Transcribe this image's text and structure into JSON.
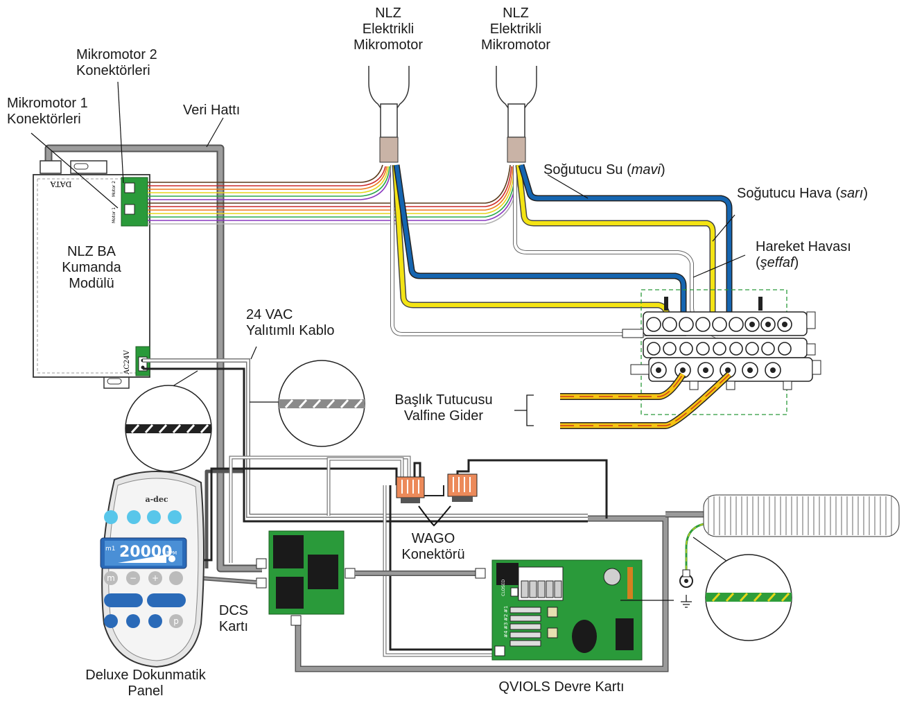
{
  "labels": {
    "motor1": [
      "NLZ",
      "Elektrikli",
      "Mikromotor"
    ],
    "motor2": [
      "NLZ",
      "Elektrikli",
      "Mikromotor"
    ],
    "mk2_connectors": [
      "Mikromotor 2",
      "Konektörleri"
    ],
    "mk1_connectors": [
      "Mikromotor 1",
      "Konektörleri"
    ],
    "data_line": "Veri Hattı",
    "coolant_water": {
      "text": "Soğutucu Su (",
      "italic": "mavi",
      "end": ")"
    },
    "coolant_air": {
      "text": "Soğutucu Hava (",
      "italic": "sarı",
      "end": ")"
    },
    "motion_air": {
      "line1": "Hareket Havası",
      "open": "(",
      "italic": "şeffaf",
      "end": ")"
    },
    "control_module": [
      "NLZ BA",
      "Kumanda",
      "Modülü"
    ],
    "cable_24v": [
      "24 VAC",
      "Yalıtımlı Kablo"
    ],
    "head_holder": [
      "Başlık Tutucusu",
      "Valfine Gider"
    ],
    "wago": [
      "WAGO",
      "Konektörü"
    ],
    "dcs": [
      "DCS",
      "Kartı"
    ],
    "panel": [
      "Deluxe Dokunmatik",
      "Panel"
    ],
    "qviols": "QVIOLS Devre Kartı"
  },
  "module_text": {
    "data": "DATA",
    "ac24v": "AC24V",
    "motor2": "Motor 2",
    "motor1": "Motor 1"
  },
  "panel_ui": {
    "brand": "a-dec",
    "display_mode": "m1",
    "display_rpm": "20000",
    "display_unit": "RPM",
    "btn_m": "m",
    "btn_minus": "−",
    "btn_plus": "+",
    "btn_p": "p"
  },
  "board_text": {
    "clixa": "CLOSED",
    "channels": [
      "#1",
      "#2",
      "#3",
      "#4"
    ]
  },
  "colors": {
    "coolant_water": "#1565b0",
    "coolant_air": "#f4e414",
    "data_cable": "#9a9a9a",
    "board_green": "#2a9a3a",
    "panel_blue": "#2a6ab8",
    "panel_cyan": "#58c6ea",
    "wago_orange": "#ec8a5a",
    "gnd_green": "#2e9d3a"
  },
  "icons": [
    "motor-handpiece-icon",
    "control-module-icon",
    "wago-connector-icon",
    "dcs-board-icon",
    "qviols-board-icon",
    "touch-panel-icon",
    "ground-icon",
    "coiled-cable-icon",
    "manifold-valve-icon"
  ]
}
